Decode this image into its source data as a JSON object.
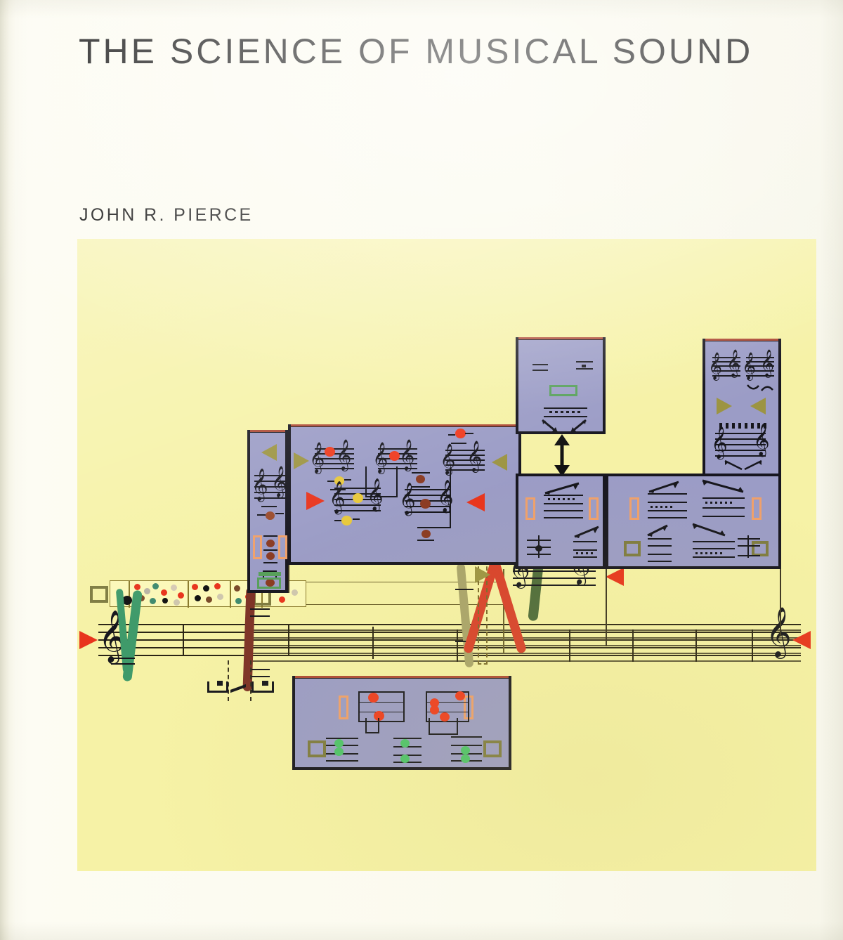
{
  "cover": {
    "title": "THE SCIENCE OF MUSICAL SOUND",
    "author": "JOHN R. PIERCE",
    "background_color": "#fbfaee",
    "title_color": "#1b1b1b"
  },
  "artwork": {
    "name": "abstract-musical-notation-collage",
    "canvas_color": "#f6f2a6",
    "panel_color": "#9b9cc6",
    "panel_border_color": "#17161f",
    "accent_red": "#e8341c",
    "accent_orange_outline": "#f0a06a",
    "accent_olive": "#7e7b40",
    "accent_green": "#57a05a",
    "accent_yellow_dot": "#e8c83a",
    "accent_brown": "#8a4030",
    "panels": [
      {
        "id": "left-narrow",
        "label": "narrow left notation strip"
      },
      {
        "id": "center-wide",
        "label": "wide center notation panel"
      },
      {
        "id": "top-center",
        "label": "top center diagram panel"
      },
      {
        "id": "top-right",
        "label": "top right notation panel"
      },
      {
        "id": "mid-right-a",
        "label": "middle right panel A"
      },
      {
        "id": "mid-right-b",
        "label": "middle right panel B"
      },
      {
        "id": "bottom-center",
        "label": "bottom grid panel"
      }
    ],
    "elements": [
      {
        "name": "long-horizontal-staff",
        "type": "staff"
      },
      {
        "name": "confetti-box",
        "type": "dotted-box"
      },
      {
        "name": "double-headed-arrow",
        "type": "connector"
      },
      {
        "name": "green-brush-stroke",
        "type": "stroke"
      },
      {
        "name": "maroon-brush-stroke",
        "type": "stroke"
      },
      {
        "name": "red-chevron-stroke",
        "type": "stroke"
      },
      {
        "name": "olive-brush-stroke",
        "type": "stroke"
      }
    ]
  },
  "chart_data": {
    "type": "scatter",
    "title": "THE SCIENCE OF MUSICAL SOUND",
    "xlabel": "",
    "ylabel": "",
    "categories": [],
    "values": []
  }
}
